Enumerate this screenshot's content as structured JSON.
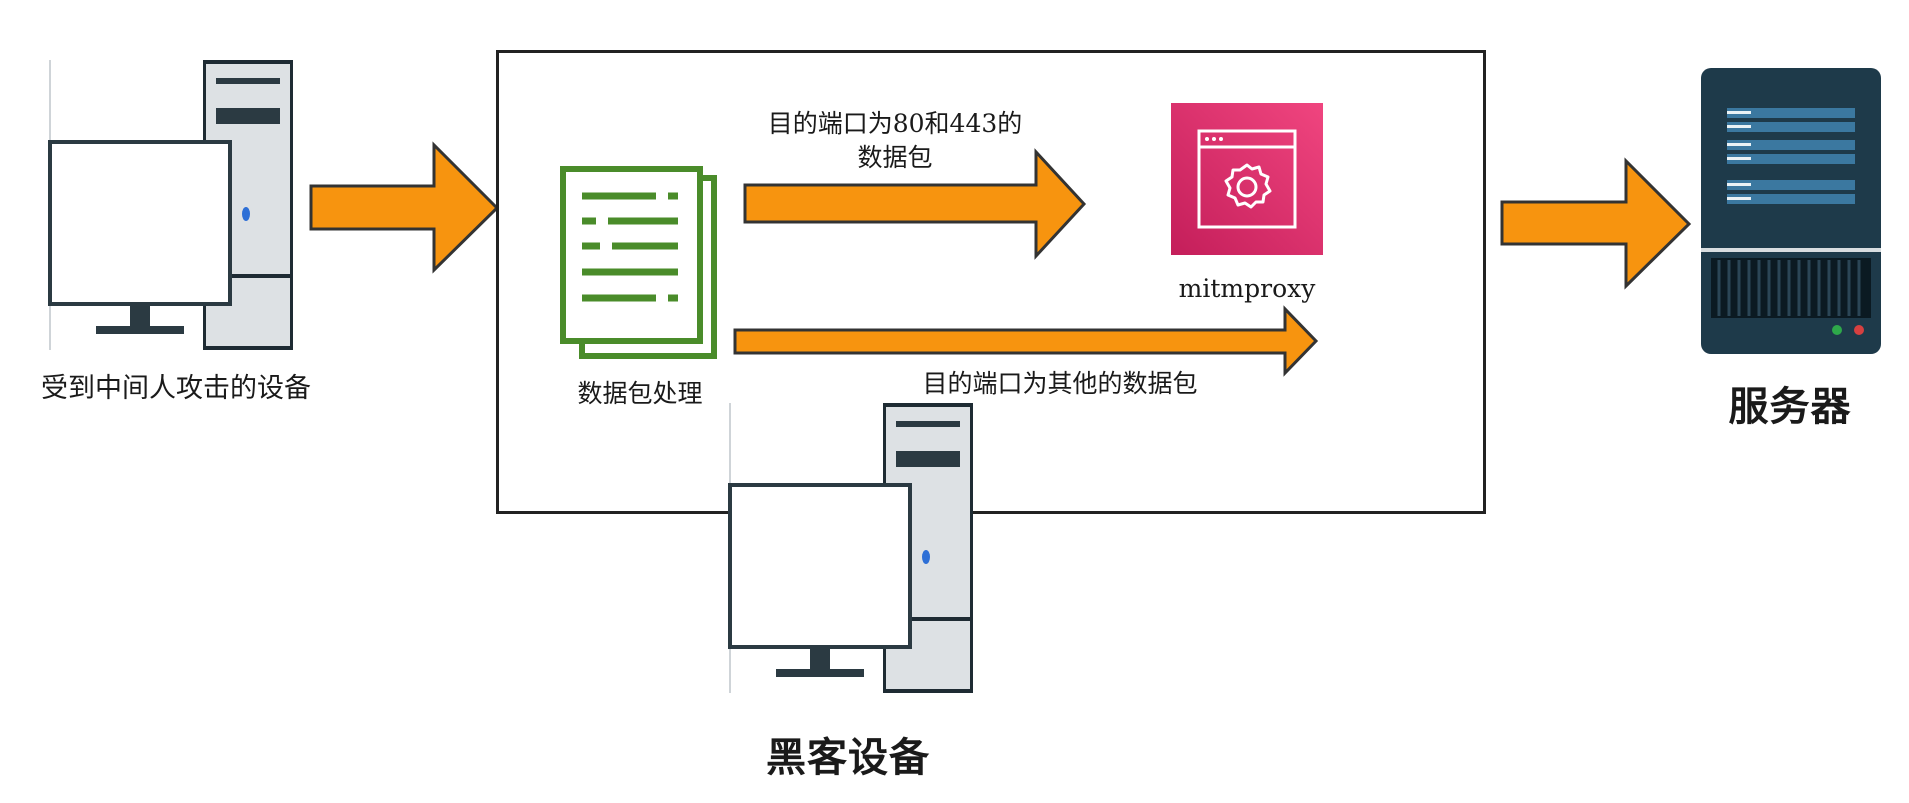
{
  "victim": {
    "label": "受到中间人攻击的设备",
    "icon": "desktop-computer-icon"
  },
  "hacker": {
    "label": "黑客设备",
    "icon": "desktop-computer-icon"
  },
  "server": {
    "label": "服务器",
    "icon": "server-rack-icon"
  },
  "packet_processing": {
    "label": "数据包处理",
    "icon": "document-list-icon"
  },
  "mitmproxy": {
    "label": "mitmproxy",
    "icon": "gear-window-icon"
  },
  "route_web": {
    "line1": "目的端口为80和443的",
    "line2": "数据包"
  },
  "route_other": {
    "label": "目的端口为其他的数据包"
  },
  "colors": {
    "arrow_fill": "#F7940F",
    "arrow_stroke": "#333333",
    "doc_green": "#4A8C2A",
    "mitm_pink": "#D6246E",
    "server_dark": "#1E3A4A"
  }
}
